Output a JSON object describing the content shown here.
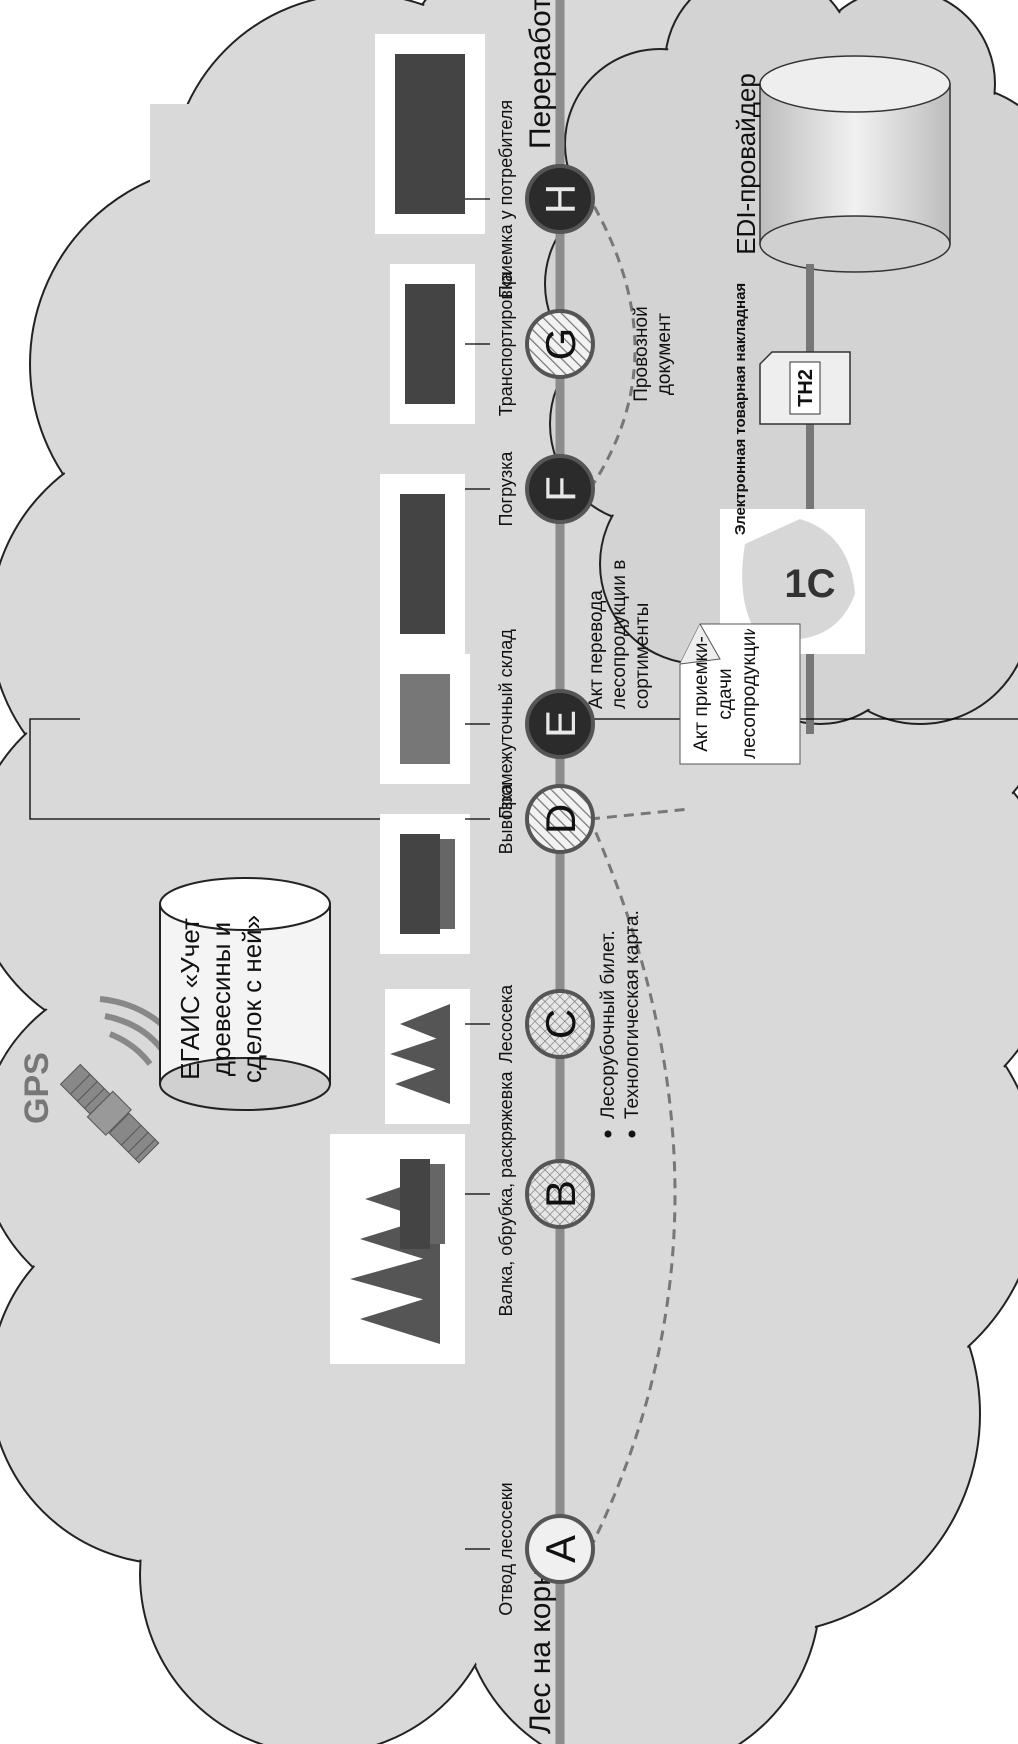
{
  "timeline": {
    "start_label": "Лес на корню",
    "end_label": "Переработка",
    "stages": [
      {
        "letter": "A",
        "label": "Отвод лесосеки",
        "fill": "plain"
      },
      {
        "letter": "B",
        "label": "Валка, обрубка, раскряжевка",
        "fill": "crosshatch"
      },
      {
        "letter": "C",
        "label": "Лесосека",
        "fill": "crosshatch"
      },
      {
        "letter": "D",
        "label": "Вывозка",
        "fill": "hatch"
      },
      {
        "letter": "E",
        "label": "Промежуточный склад",
        "fill": "dark"
      },
      {
        "letter": "F",
        "label": "Погрузка",
        "fill": "dark"
      },
      {
        "letter": "G",
        "label": "Транспортировка",
        "fill": "hatch"
      },
      {
        "letter": "H",
        "label": "Приемка у потребителя",
        "fill": "dark"
      }
    ]
  },
  "documents": {
    "bullets": [
      "Лесорубочный билет.",
      "Технологическая карта."
    ],
    "act_transfer": "Акт перевода лесопродукции в сортименты",
    "act_acceptance": "Акт приемки-сдачи лесопродукции",
    "waybill": "Провозной документ"
  },
  "systems": {
    "gps": "GPS",
    "egais": "ЕГАИС «Учет древесины и сделок с ней»",
    "edi_provider": "EDI-провайдер",
    "tn2_badge": "ТН2",
    "e_invoice": "Электронная товарная накладная",
    "logo_1c": "1С"
  },
  "colors": {
    "cloud_fill": "#d9d9d9",
    "cloud_stroke": "#222222",
    "timeline": "#8c8c8c",
    "dark_node": "#2b2b2b"
  }
}
